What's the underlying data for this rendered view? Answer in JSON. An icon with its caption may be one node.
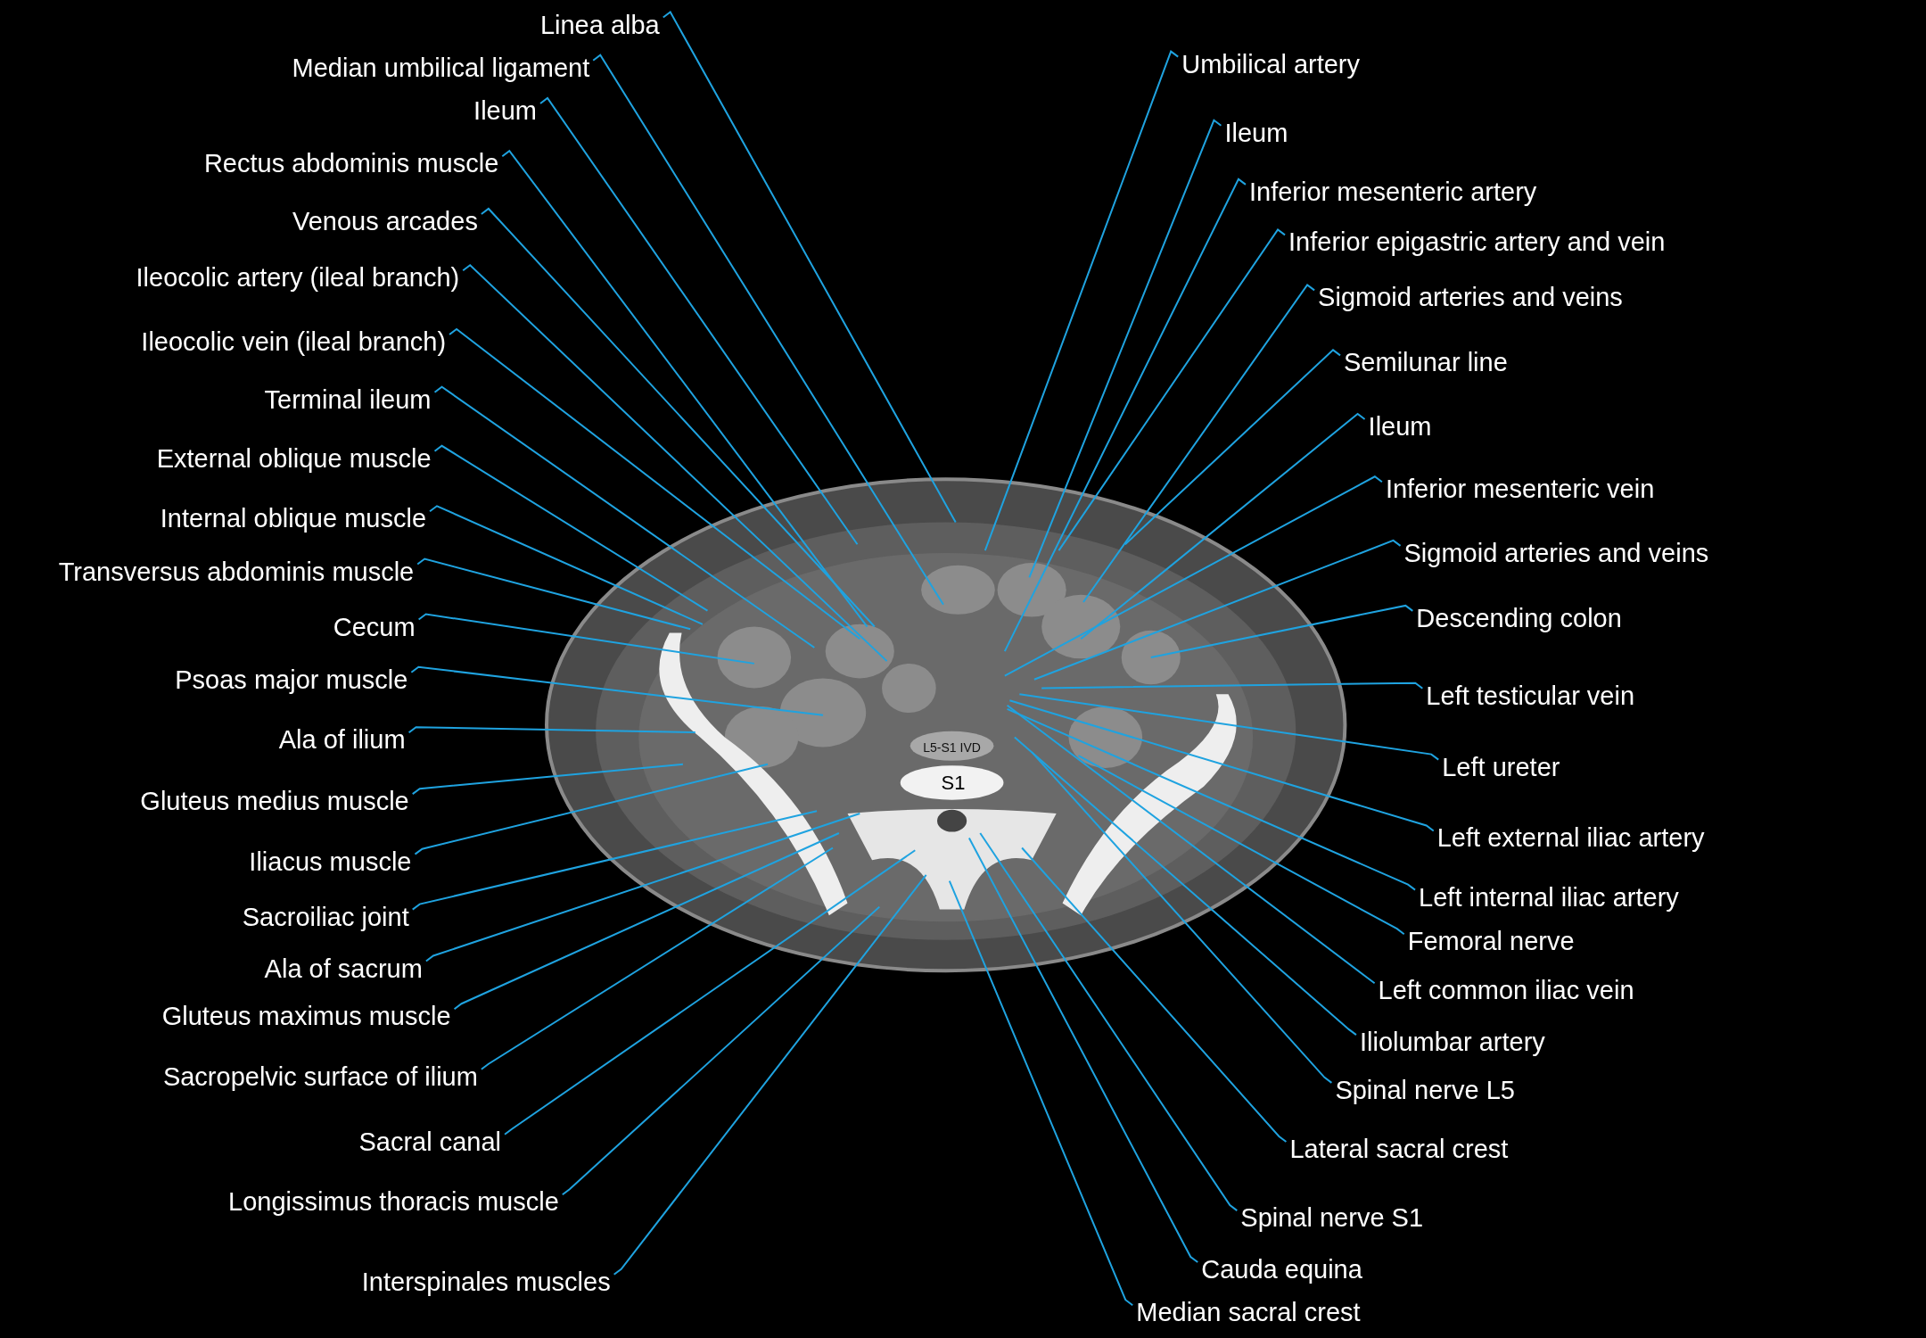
{
  "diagram": {
    "nodes": [
      {
        "text": [
          "Linea alba"
        ]
      },
      {
        "text": [
          "Median umbilical ligament"
        ]
      },
      {
        "text": [
          "Ileum"
        ]
      },
      {
        "text": [
          "Rectus abdominis muscle"
        ]
      },
      {
        "text": [
          "Venous arcades"
        ]
      },
      {
        "text": [
          "Ileocolic artery (ileal branch)"
        ]
      },
      {
        "text": [
          "Ileocolic vein (ileal branch)"
        ]
      },
      {
        "text": [
          "Terminal ileum"
        ]
      },
      {
        "text": [
          "External oblique muscle"
        ]
      },
      {
        "text": [
          "Internal oblique muscle"
        ]
      },
      {
        "text": [
          "Transversus abdominis muscle"
        ]
      },
      {
        "text": [
          "Cecum"
        ]
      },
      {
        "text": [
          "Psoas major muscle"
        ]
      },
      {
        "text": [
          "Ala of ilium"
        ]
      },
      {
        "text": [
          "Gluteus medius muscle"
        ]
      },
      {
        "text": [
          "Iliacus muscle"
        ]
      },
      {
        "text": [
          "Sacroiliac joint"
        ]
      },
      {
        "text": [
          "Ala of sacrum"
        ]
      },
      {
        "text": [
          "Gluteus maximus muscle"
        ]
      },
      {
        "text": [
          "Sacropelvic surface of ilium"
        ]
      },
      {
        "text": [
          "Sacral canal"
        ]
      },
      {
        "text": [
          "Longissimus thoracis muscle"
        ]
      },
      {
        "text": [
          "Interspinales muscles"
        ]
      },
      {
        "text": [
          "Umbilical artery"
        ]
      },
      {
        "text": [
          "Ileum"
        ]
      },
      {
        "text": [
          "Inferior mesenteric artery"
        ]
      },
      {
        "text": [
          "Inferior epigastric artery and vein"
        ]
      },
      {
        "text": [
          "Sigmoid arteries and veins"
        ]
      },
      {
        "text": [
          "Semilunar line"
        ]
      },
      {
        "text": [
          "Ileum"
        ]
      },
      {
        "text": [
          "Inferior mesenteric vein"
        ]
      },
      {
        "text": [
          "Sigmoid arteries and veins"
        ]
      },
      {
        "text": [
          "Descending colon"
        ]
      },
      {
        "text": [
          "Left testicular vein"
        ]
      },
      {
        "text": [
          "Left ureter"
        ]
      },
      {
        "text": [
          "Left external iliac artery"
        ]
      },
      {
        "text": [
          "Left internal iliac artery"
        ]
      },
      {
        "text": [
          "Femoral nerve"
        ]
      },
      {
        "text": [
          "Left common iliac vein"
        ]
      },
      {
        "text": [
          "Iliolumbar artery"
        ]
      },
      {
        "text": [
          "Spinal nerve L5"
        ]
      },
      {
        "text": [
          "Lateral sacral crest"
        ]
      },
      {
        "text": [
          "Spinal nerve S1"
        ]
      },
      {
        "text": [
          "Cauda equina"
        ]
      },
      {
        "text": [
          "Median sacral crest"
        ]
      }
    ],
    "edges": [
      {
        "from": 0,
        "to": null,
        "arrow": "none"
      },
      {
        "from": 1,
        "to": null,
        "arrow": "none"
      },
      {
        "from": 2,
        "to": null,
        "arrow": "none"
      },
      {
        "from": 3,
        "to": null,
        "arrow": "none"
      },
      {
        "from": 4,
        "to": null,
        "arrow": "none"
      },
      {
        "from": 5,
        "to": null,
        "arrow": "none"
      },
      {
        "from": 6,
        "to": null,
        "arrow": "none"
      },
      {
        "from": 7,
        "to": null,
        "arrow": "none"
      },
      {
        "from": 8,
        "to": null,
        "arrow": "none"
      },
      {
        "from": 9,
        "to": null,
        "arrow": "none"
      },
      {
        "from": 10,
        "to": null,
        "arrow": "none"
      },
      {
        "from": 11,
        "to": null,
        "arrow": "none"
      },
      {
        "from": 12,
        "to": null,
        "arrow": "none"
      },
      {
        "from": 13,
        "to": null,
        "arrow": "none"
      },
      {
        "from": 14,
        "to": null,
        "arrow": "none"
      },
      {
        "from": 15,
        "to": null,
        "arrow": "none"
      },
      {
        "from": 16,
        "to": null,
        "arrow": "none"
      },
      {
        "from": 17,
        "to": null,
        "arrow": "none"
      },
      {
        "from": 18,
        "to": null,
        "arrow": "none"
      },
      {
        "from": 19,
        "to": null,
        "arrow": "none"
      },
      {
        "from": 20,
        "to": null,
        "arrow": "none"
      },
      {
        "from": 21,
        "to": null,
        "arrow": "none"
      },
      {
        "from": 22,
        "to": null,
        "arrow": "none"
      },
      {
        "from": 23,
        "to": null,
        "arrow": "none"
      },
      {
        "from": 24,
        "to": null,
        "arrow": "none"
      },
      {
        "from": 25,
        "to": null,
        "arrow": "none"
      },
      {
        "from": 26,
        "to": null,
        "arrow": "none"
      },
      {
        "from": 27,
        "to": null,
        "arrow": "none"
      },
      {
        "from": 28,
        "to": null,
        "arrow": "none"
      },
      {
        "from": 29,
        "to": null,
        "arrow": "none"
      },
      {
        "from": 30,
        "to": null,
        "arrow": "none"
      },
      {
        "from": 31,
        "to": null,
        "arrow": "none"
      },
      {
        "from": 32,
        "to": null,
        "arrow": "none"
      },
      {
        "from": 33,
        "to": null,
        "arrow": "none"
      },
      {
        "from": 34,
        "to": null,
        "arrow": "none"
      },
      {
        "from": 35,
        "to": null,
        "arrow": "none"
      },
      {
        "from": 36,
        "to": null,
        "arrow": "none"
      },
      {
        "from": 37,
        "to": null,
        "arrow": "none"
      },
      {
        "from": 38,
        "to": null,
        "arrow": "none"
      },
      {
        "from": 39,
        "to": null,
        "arrow": "none"
      },
      {
        "from": 40,
        "to": null,
        "arrow": "none"
      },
      {
        "from": 41,
        "to": null,
        "arrow": "none"
      },
      {
        "from": 42,
        "to": null,
        "arrow": "none"
      },
      {
        "from": 43,
        "to": null,
        "arrow": "none"
      },
      {
        "from": 44,
        "to": null,
        "arrow": "none"
      }
    ],
    "labels": [
      "L5-S1 IVD",
      "S1"
    ]
  }
}
